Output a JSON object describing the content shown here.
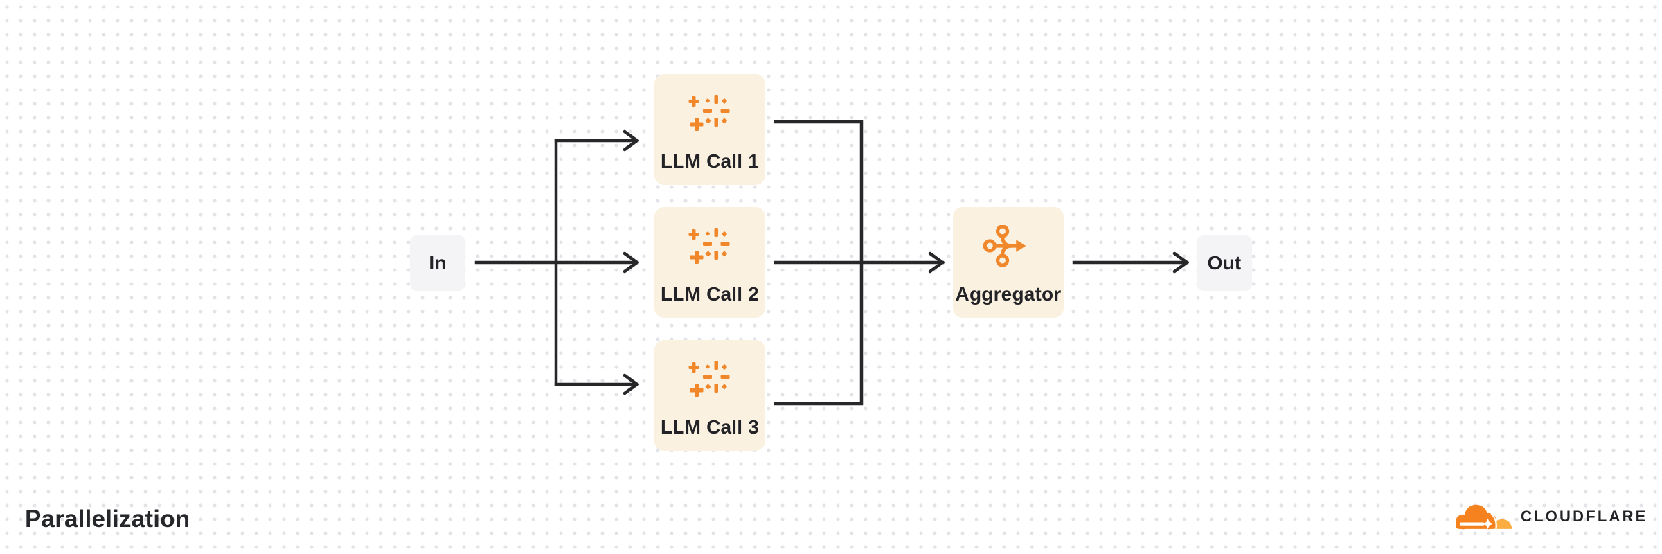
{
  "diagram": {
    "title": "Parallelization",
    "nodes": {
      "in": {
        "label": "In"
      },
      "llm1": {
        "label": "LLM Call 1",
        "icon": "sparkle-icon"
      },
      "llm2": {
        "label": "LLM Call 2",
        "icon": "sparkle-icon"
      },
      "llm3": {
        "label": "LLM Call 3",
        "icon": "sparkle-icon"
      },
      "aggregator": {
        "label": "Aggregator",
        "icon": "merge-icon"
      },
      "out": {
        "label": "Out"
      }
    },
    "edges": [
      {
        "from": "in",
        "to": "llm1"
      },
      {
        "from": "in",
        "to": "llm2"
      },
      {
        "from": "in",
        "to": "llm3"
      },
      {
        "from": "llm1",
        "to": "aggregator"
      },
      {
        "from": "llm2",
        "to": "aggregator"
      },
      {
        "from": "llm3",
        "to": "aggregator"
      },
      {
        "from": "aggregator",
        "to": "out"
      }
    ]
  },
  "branding": {
    "logo_text": "CLOUDFLARE"
  },
  "colors": {
    "icon_orange": "#F0872B",
    "node_cream": "#FAF1E1",
    "node_gray": "#F4F4F6",
    "line_dark": "#27272A",
    "text_dark": "#232327",
    "logo_orange": "#F6821F",
    "logo_orange_light": "#FBAD41",
    "dot_gray": "#E4E4E8"
  }
}
